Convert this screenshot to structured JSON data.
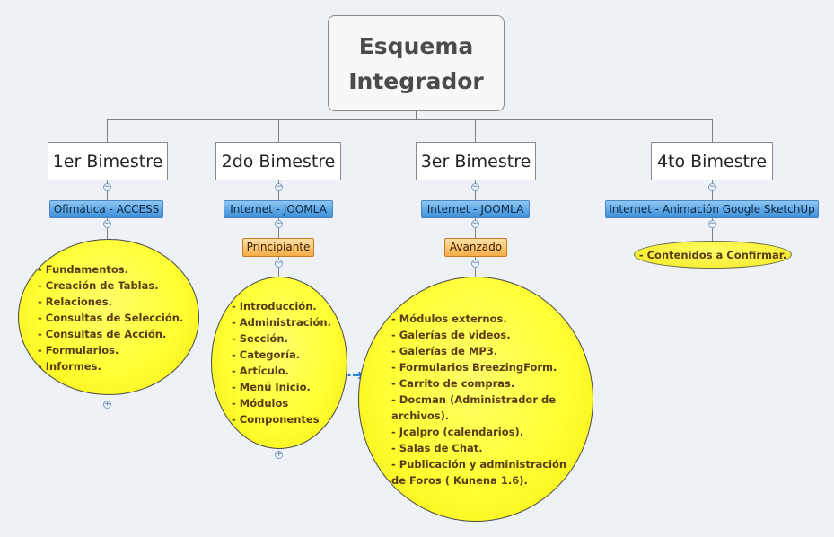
{
  "root": {
    "title": "Esquema\nIntegrador"
  },
  "branches": [
    {
      "label": "1er Bimestre",
      "tag": "Ofimática - ACCESS",
      "items": [
        "- Fundamentos.",
        "- Creación de Tablas.",
        "- Relaciones.",
        "- Consultas de Selección.",
        "- Consultas de Acción.",
        "- Formularios.",
        "- Informes."
      ]
    },
    {
      "label": "2do Bimestre",
      "tag": "Internet - JOOMLA",
      "level": "Principiante",
      "items": [
        "- Introducción.",
        "- Administración.",
        "- Sección.",
        "- Categoría.",
        "- Artículo.",
        "- Menú Inicio.",
        "- Módulos",
        "- Componentes"
      ]
    },
    {
      "label": "3er Bimestre",
      "tag": "Internet - JOOMLA",
      "level": "Avanzado",
      "items": [
        "- Módulos externos.",
        "- Galerías de videos.",
        "- Galerías de MP3.",
        "- Formularios BreezingForm.",
        "- Carrito de compras.",
        "- Docman (Administrador de",
        "archivos).",
        "- Jcalpro (calendarios).",
        "- Salas de Chat.",
        "- Publicación y administración",
        "de Foros ( Kunena 1.6)."
      ]
    },
    {
      "label": "4to Bimestre",
      "tag": "Internet - Animación Google SketchUp",
      "note": "- Contenidos a Confirmar."
    }
  ],
  "icons": {
    "collapse": "minus-circle-icon",
    "expand": "plus-circle-icon",
    "link": "link-arrow-icon"
  },
  "colors": {
    "background": "#eef1f5",
    "tag_blue": "#3b8fd8",
    "level_orange": "#f7ad46",
    "bubble_yellow": "#ffff33",
    "bubble_text": "#5a3b12"
  }
}
